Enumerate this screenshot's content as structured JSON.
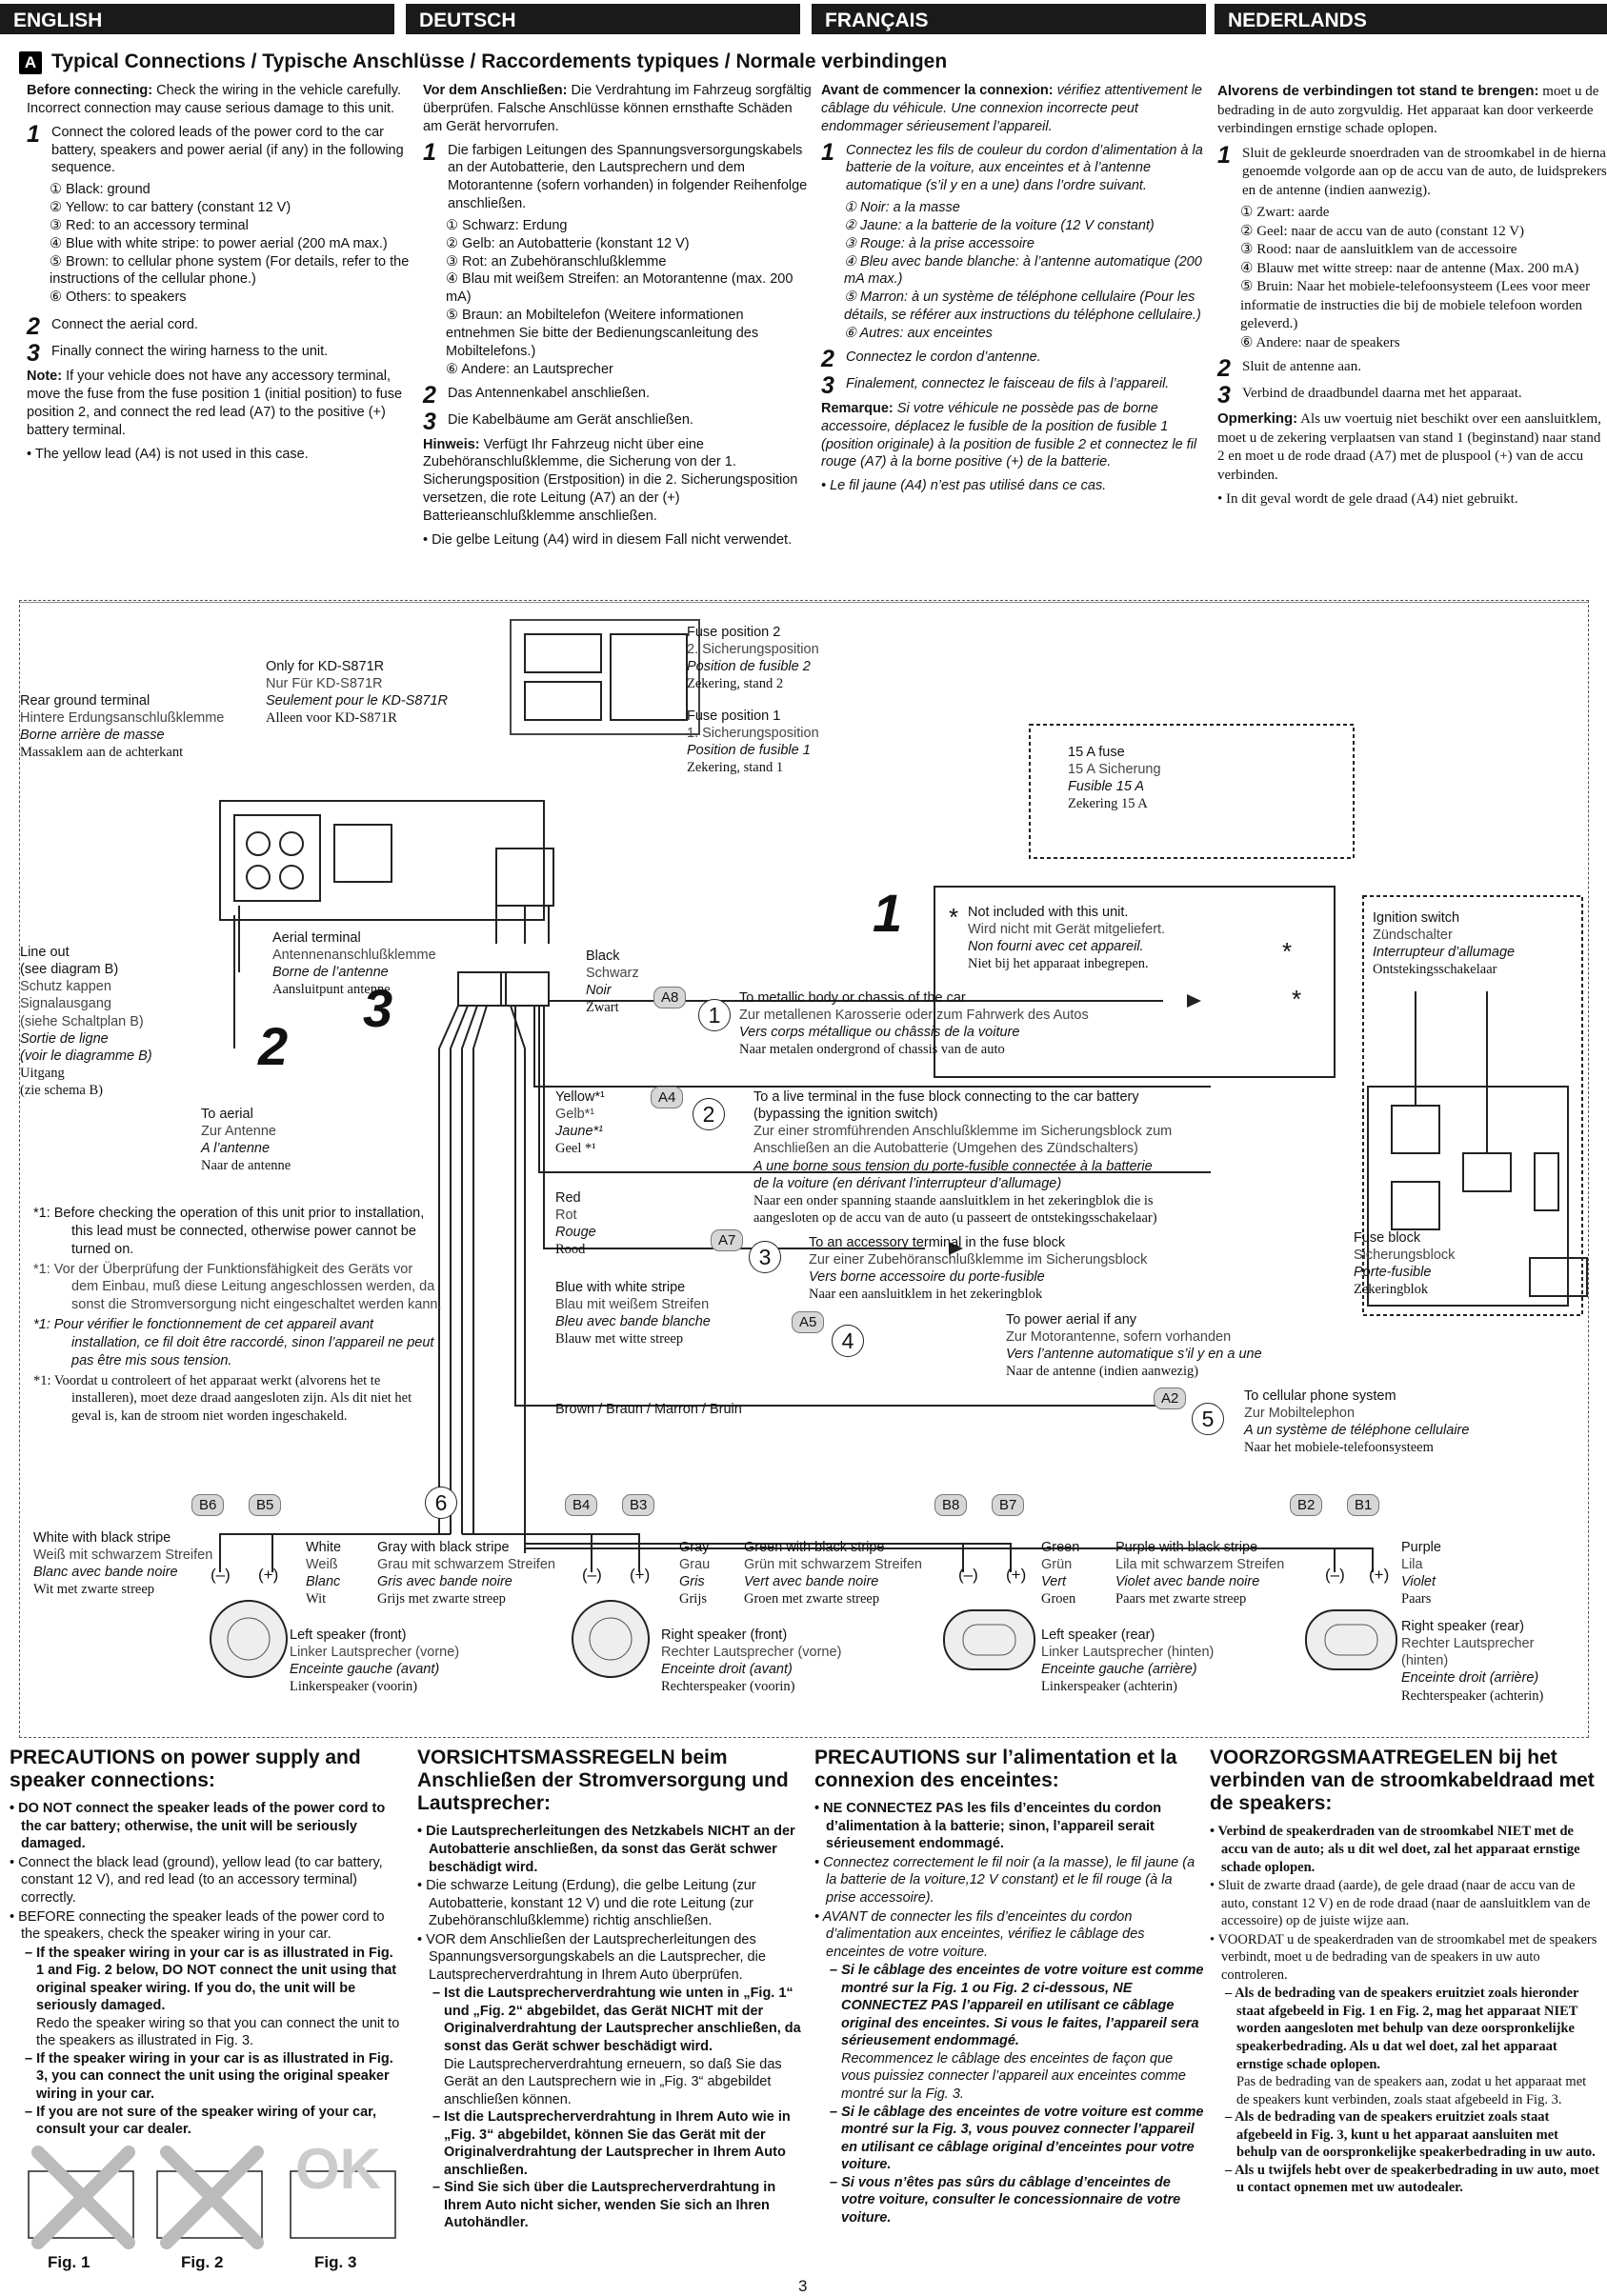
{
  "tabs": [
    "ENGLISH",
    "DEUTSCH",
    "FRANÇAIS",
    "NEDERLANDS"
  ],
  "section": {
    "badge": "A",
    "title": "Typical Connections / Typische Anschlüsse / Raccordements typiques / Normale verbindingen"
  },
  "en": {
    "intro_b": "Before connecting:",
    "intro": " Check the wiring in the vehicle carefully. Incorrect connection may cause serious damage to this unit.",
    "s1": "Connect the colored leads of the power cord to the car battery, speakers and power aerial (if any) in the following sequence.",
    "items": [
      "① Black: ground",
      "② Yellow: to car battery (constant 12 V)",
      "③ Red: to an accessory terminal",
      "④ Blue with white stripe: to power aerial (200 mA max.)",
      "⑤ Brown: to cellular phone system (For details, refer to the instructions of the cellular phone.)",
      "⑥ Others: to speakers"
    ],
    "s2": "Connect the aerial cord.",
    "s3": "Finally connect the wiring harness to the unit.",
    "note_b": "Note:",
    "note": " If your vehicle does not have any accessory terminal, move the fuse from the fuse position 1 (initial position) to fuse position 2, and connect the red lead (A7) to the positive (+) battery terminal.",
    "note2": "• The yellow lead (A4) is not used in this case."
  },
  "de": {
    "intro_b": "Vor dem Anschließen:",
    "intro": " Die Verdrahtung im Fahrzeug sorgfältig überprüfen. Falsche Anschlüsse können ernsthafte Schäden am Gerät hervorrufen.",
    "s1": "Die farbigen Leitungen des Spannungsversorgungskabels an der Autobatterie, den Lautsprechern und dem Motorantenne (sofern vorhanden) in folgender Reihenfolge anschließen.",
    "items": [
      "① Schwarz: Erdung",
      "② Gelb: an Autobatterie (konstant 12 V)",
      "③ Rot: an Zubehöranschlußklemme",
      "④ Blau mit weißem Streifen: an Motorantenne (max. 200 mA)",
      "⑤ Braun: an Mobiltelefon (Weitere informationen entnehmen Sie bitte der Bedienungscanleitung des Mobiltelefons.)",
      "⑥ Andere: an Lautsprecher"
    ],
    "s2": "Das Antennenkabel anschließen.",
    "s3": "Die Kabelbäume am Gerät anschließen.",
    "note_b": "Hinweis:",
    "note": " Verfügt Ihr Fahrzeug nicht über eine Zubehöranschlußklemme, die Sicherung von der 1. Sicherungsposition (Erstposition) in die 2. Sicherungsposition versetzen, die rote Leitung (A7) an der (+) Batterieanschlußklemme anschließen.",
    "note2": "• Die gelbe Leitung (A4) wird in diesem Fall nicht verwendet."
  },
  "fr": {
    "intro_b": "Avant de commencer la connexion:",
    "intro": " vérifiez attentivement le câblage du véhicule. Une connexion incorrecte peut endommager sérieusement l’appareil.",
    "s1": "Connectez les fils de couleur du cordon d’alimentation à la batterie de la voiture, aux enceintes et à l’antenne automatique (s’il y en a une) dans l’ordre suivant.",
    "items": [
      "① Noir: a la masse",
      "② Jaune: a la batterie de la voiture (12 V constant)",
      "③ Rouge: à la prise accessoire",
      "④ Bleu avec bande blanche: à l’antenne automatique (200 mA max.)",
      "⑤ Marron: à un système de téléphone cellulaire (Pour les détails, se référer aux instructions du téléphone cellulaire.)",
      "⑥ Autres: aux enceintes"
    ],
    "s2": "Connectez le cordon d’antenne.",
    "s3": "Finalement, connectez le faisceau de fils à l’appareil.",
    "note_b": "Remarque:",
    "note": " Si votre véhicule ne possède pas de borne accessoire, déplacez le fusible de la position de fusible 1 (position originale) à la position de fusible 2 et connectez le fil rouge (A7) à la borne positive (+) de la batterie.",
    "note2": "• Le fil jaune (A4) n’est pas utilisé dans ce cas."
  },
  "nl": {
    "intro_b": "Alvorens de verbindingen tot stand te brengen:",
    "intro": " moet u de bedrading in de auto zorgvuldig. Het apparaat kan door verkeerde verbindingen ernstige schade oplopen.",
    "s1": "Sluit de gekleurde snoerdraden van de stroomkabel in de hierna genoemde volgorde aan op de accu van de auto, de luidsprekers en de antenne (indien aanwezig).",
    "items": [
      "① Zwart: aarde",
      "② Geel: naar de accu van de auto (constant 12 V)",
      "③ Rood: naar de aansluitklem van de accessoire",
      "④ Blauw met witte streep: naar de antenne (Max. 200 mA)",
      "⑤ Bruin: Naar het mobiele-telefoonsysteem (Lees voor meer informatie de instructies die bij de mobiele telefoon worden geleverd.)",
      "⑥ Andere: naar de speakers"
    ],
    "s2": "Sluit de antenne aan.",
    "s3": "Verbind de draadbundel daarna met het apparaat.",
    "note_b": "Opmerking:",
    "note": " Als uw voertuig niet beschikt over een aansluitklem, moet u de zekering verplaatsen van stand 1 (beginstand) naar stand 2 en moet u de rode draad (A7) met de pluspool (+) van de accu verbinden.",
    "note2": "• In dit geval wordt de gele draad (A4) niet gebruikt."
  },
  "diagram": {
    "rear_ground": [
      "Rear ground terminal",
      "Hintere Erdungsanschlußklemme",
      "Borne arrière de masse",
      "Massaklem aan de achterkant"
    ],
    "only_for": [
      "Only for KD-S871R",
      "Nur Für KD-S871R",
      "Seulement pour le KD-S871R",
      "Alleen voor KD-S871R"
    ],
    "fuse2": [
      "Fuse position 2",
      "2. Sicherungsposition",
      "Position de fusible 2",
      "Zekering, stand 2"
    ],
    "fuse1": [
      "Fuse position 1",
      "1. Sicherungsposition",
      "Position de fusible 1",
      "Zekering, stand 1"
    ],
    "fuse15": [
      "15 A fuse",
      "15 A Sicherung",
      "Fusible 15 A",
      "Zekering 15 A"
    ],
    "line_out": [
      "Line out",
      "(see diagram B)",
      "Schutz kappen",
      "Signalausgang",
      "(siehe Schaltplan B)",
      "Sortie de ligne",
      "(voir le diagramme B)",
      "Uitgang",
      "(zie schema B)"
    ],
    "aerial_terminal": [
      "Aerial terminal",
      "Antennenanschlußklemme",
      "Borne de l’antenne",
      "Aansluitpunt antenne"
    ],
    "to_aerial": [
      "To aerial",
      "Zur Antenne",
      "A l’antenne",
      "Naar de antenne"
    ],
    "not_included": [
      "Not included with this unit.",
      "Wird nicht mit Gerät mitgeliefert.",
      "Non fourni avec cet appareil.",
      "Niet bij het apparaat inbegrepen."
    ],
    "ignition": [
      "Ignition switch",
      "Zündschalter",
      "Interrupteur d’allumage",
      "Ontstekingsschakelaar"
    ],
    "black": [
      "Black",
      "Schwarz",
      "Noir",
      "Zwart"
    ],
    "to_metal": [
      "To metallic body or chassis of the car",
      "Zur metallenen Karosserie oder zum Fahrwerk des Autos",
      "Vers corps métallique ou châssis de la voiture",
      "Naar metalen ondergrond of chassis van de auto"
    ],
    "yellow": [
      "Yellow*¹",
      "Gelb*¹",
      "Jaune*¹",
      "Geel *¹"
    ],
    "to_live": [
      "To a live terminal in the fuse block connecting to the car battery",
      "(bypassing the ignition switch)",
      "Zur einer stromführenden Anschlußklemme im Sicherungsblock zum",
      "Anschließen an die Autobatterie (Umgehen des Zündschalters)",
      "A une borne sous tension du porte-fusible connectée à la batterie",
      "de la voiture (en dérivant l’interrupteur d’allumage)",
      "Naar een onder spanning staande aansluitklem in het zekeringblok die is",
      "aangesloten op de accu van de auto (u passeert de ontstekingsschakelaar)"
    ],
    "red": [
      "Red",
      "Rot",
      "Rouge",
      "Rood"
    ],
    "to_accessory": [
      "To an accessory terminal in the fuse block",
      "Zur einer Zubehöranschlußklemme im Sicherungsblock",
      "Vers borne accessoire du porte-fusible",
      "Naar een aansluitklem in het zekeringblok"
    ],
    "fuse_block": [
      "Fuse block",
      "Sicherungsblock",
      "Porte-fusible",
      "Zekeringblok"
    ],
    "blue": [
      "Blue with white stripe",
      "Blau mit weißem Streifen",
      "Bleu avec bande blanche",
      "Blauw met witte streep"
    ],
    "to_power_aerial": [
      "To power aerial if any",
      "Zur Motorantenne, sofern vorhanden",
      "Vers l’antenne automatique s’il y en a une",
      "Naar de antenne (indien aanwezig)"
    ],
    "brown": "Brown / Braun / Marron / Bruin",
    "to_cell": [
      "To cellular phone system",
      "Zur Mobiltelephon",
      "A un système de téléphone cellulaire",
      "Naar het mobiele-telefoonsysteem"
    ],
    "tags": {
      "a8": "A8",
      "a4": "A4",
      "a7": "A7",
      "a5": "A5",
      "a2": "A2",
      "b6": "B6",
      "b5": "B5",
      "b4": "B4",
      "b3": "B3",
      "b8": "B8",
      "b7": "B7",
      "b2": "B2",
      "b1": "B1"
    },
    "nums": {
      "n1": "1",
      "n2": "2",
      "n3": "3",
      "n4": "4",
      "n5": "5",
      "n6": "6"
    },
    "big": {
      "b1": "1",
      "b2": "2",
      "b3": "3"
    },
    "star": "*",
    "footnotes": [
      "*1: Before checking the operation of this unit prior to installation, this lead must be connected, otherwise power cannot be turned on.",
      "*1: Vor der Überprüfung der Funktionsfähigkeit des Geräts vor dem Einbau, muß diese Leitung angeschlossen werden, da sonst die Stromversorgung nicht eingeschaltet werden kann.",
      "*1: Pour vérifier le fonctionnement de cet appareil avant installation, ce fil doit être raccordé, sinon l’appareil ne peut pas être mis sous tension.",
      "*1: Voordat u controleert of het apparaat werkt (alvorens het te installeren), moet deze draad aangesloten zijn. Als dit niet het geval is, kan de stroom niet worden ingeschakeld."
    ],
    "white": [
      "White with black stripe",
      "Weiß mit schwarzem Streifen",
      "Blanc avec bande noire",
      "Wit met zwarte streep"
    ],
    "white_s": [
      "White",
      "Weiß",
      "Blanc",
      "Wit"
    ],
    "gray_stripe": [
      "Gray with black stripe",
      "Grau mit schwarzem Streifen",
      "Gris avec bande noire",
      "Grijs met zwarte streep"
    ],
    "gray": [
      "Gray",
      "Grau",
      "Gris",
      "Grijs"
    ],
    "green_stripe": [
      "Green with black stripe",
      "Grün mit schwarzem Streifen",
      "Vert avec bande noire",
      "Groen met zwarte streep"
    ],
    "green": [
      "Green",
      "Grün",
      "Vert",
      "Groen"
    ],
    "purple_stripe": [
      "Purple with black stripe",
      "Lila mit schwarzem Streifen",
      "Violet avec bande noire",
      "Paars met zwarte streep"
    ],
    "purple": [
      "Purple",
      "Lila",
      "Violet",
      "Paars"
    ],
    "lf": [
      "Left speaker (front)",
      "Linker Lautsprecher (vorne)",
      "Enceinte gauche (avant)",
      "Linkerspeaker (voorin)"
    ],
    "rf": [
      "Right speaker (front)",
      "Rechter Lautsprecher (vorne)",
      "Enceinte droit (avant)",
      "Rechterspeaker (voorin)"
    ],
    "lr": [
      "Left speaker (rear)",
      "Linker Lautsprecher (hinten)",
      "Enceinte gauche (arrière)",
      "Linkerspeaker (achterin)"
    ],
    "rr": [
      "Right speaker (rear)",
      "Rechter Lautsprecher (hinten)",
      "Enceinte droit (arrière)",
      "Rechterspeaker (achterin)"
    ],
    "minus": "(–)",
    "plus": "(+)"
  },
  "pre_en": {
    "title": "PRECAUTIONS on power supply and speaker connections:",
    "items": [
      [
        "b",
        "• DO NOT connect the speaker leads of the power cord to the car battery; otherwise, the unit will be seriously damaged."
      ],
      [
        "n",
        "• Connect the black lead (ground), yellow lead (to car battery, constant 12 V), and red lead (to an accessory terminal) correctly."
      ],
      [
        "n",
        "• BEFORE connecting the speaker leads of the power cord to the speakers, check the speaker wiring in your car."
      ],
      [
        "d",
        "– If the speaker wiring in your car is as illustrated in Fig. 1 and Fig. 2 below, DO NOT connect the unit using that original speaker wiring. If you do, the unit will be seriously damaged."
      ],
      [
        "p",
        "Redo the speaker wiring so that you can connect the unit to the speakers as illustrated in Fig. 3."
      ],
      [
        "d",
        "– If the speaker wiring in your car is as illustrated in Fig. 3, you can connect the unit using the original speaker wiring in your car."
      ],
      [
        "d",
        "– If you are not sure of the speaker wiring of your car, consult your car dealer."
      ]
    ]
  },
  "pre_de": {
    "title": "VORSICHTSMASSREGELN beim Anschließen der Stromversorgung und Lautsprecher:",
    "items": [
      [
        "b",
        "• Die Lautsprecherleitungen des Netzkabels NICHT an der Autobatterie anschließen, da sonst das Gerät schwer beschädigt wird."
      ],
      [
        "n",
        "• Die schwarze Leitung (Erdung), die gelbe Leitung (zur Autobatterie, konstant 12 V) und die rote Leitung (zur Zubehöranschlußklemme) richtig anschließen."
      ],
      [
        "n",
        "• VOR dem Anschließen der Lautsprecherleitungen des Spannungsversorgungskabels an die Lautsprecher, die Lautsprecherverdrahtung in Ihrem Auto überprüfen."
      ],
      [
        "d",
        "– Ist die Lautsprecherverdrahtung wie unten in „Fig. 1“ und „Fig. 2“ abgebildet, das Gerät NICHT mit der Originalverdrahtung der Lautsprecher anschließen, da sonst das Gerät schwer beschädigt wird."
      ],
      [
        "p",
        "Die Lautsprecherverdrahtung erneuern, so daß Sie das Gerät an den Lautsprechern wie in „Fig. 3“ abgebildet anschließen können."
      ],
      [
        "d",
        "– Ist die Lautsprecherverdrahtung in Ihrem Auto wie in „Fig. 3“ abgebildet, können Sie das Gerät mit der Originalverdrahtung der Lautsprecher in Ihrem Auto anschließen."
      ],
      [
        "d",
        "– Sind Sie sich über die Lautsprecherverdrahtung in Ihrem Auto nicht sicher, wenden Sie sich an Ihren Autohändler."
      ]
    ]
  },
  "pre_fr": {
    "title": "PRECAUTIONS sur l’alimentation et la connexion des enceintes:",
    "items": [
      [
        "b",
        "• NE CONNECTEZ PAS les fils d’enceintes du cordon d’alimentation à la batterie; sinon, l’appareil serait sérieusement endommagé."
      ],
      [
        "i",
        "• Connectez correctement le fil noir (a la masse), le fil jaune (a la batterie de la voiture,12 V constant) et le fil rouge (à la prise accessoire)."
      ],
      [
        "i",
        "• AVANT de connecter les fils d’enceintes du cordon d’alimentation aux enceintes, vérifiez le câblage des enceintes de votre voiture."
      ],
      [
        "d",
        "– Si le câblage des enceintes de votre voiture est comme montré sur la Fig. 1 ou Fig. 2 ci-dessous, NE CONNECTEZ PAS l’appareil en utilisant ce câblage original des enceintes. Si vous le faites, l’appareil sera sérieusement endommagé."
      ],
      [
        "p",
        "Recommencez le câblage des enceintes de façon que vous puissiez connecter l’appareil aux enceintes comme montré sur la Fig. 3."
      ],
      [
        "d",
        "– Si le câblage des enceintes de votre voiture est comme montré sur la Fig. 3, vous pouvez connecter l’appareil en utilisant ce câblage original d’enceintes pour votre voiture."
      ],
      [
        "d",
        "– Si vous n’êtes pas sûrs du câblage d’enceintes de votre voiture, consulter le concessionnaire de votre voiture."
      ]
    ]
  },
  "pre_nl": {
    "title": "VOORZORGSMAATREGELEN bij het verbinden van de stroomkabeldraad met de speakers:",
    "items": [
      [
        "b",
        "• Verbind de speakerdraden van de stroomkabel NIET met de accu van de auto; als u dit wel doet, zal het apparaat ernstige schade oplopen."
      ],
      [
        "n",
        "• Sluit de zwarte draad (aarde), de gele draad (naar de accu van de auto, constant 12 V) en de rode draad (naar de aansluitklem van de accessoire) op de juiste wijze aan."
      ],
      [
        "n",
        "• VOORDAT u de speakerdraden van de stroomkabel met de speakers verbindt, moet u de bedrading van de speakers in uw auto controleren."
      ],
      [
        "d",
        "– Als de bedrading van de speakers eruitziet zoals hieronder staat afgebeeld in Fig. 1 en Fig. 2, mag het apparaat NIET worden aangesloten met behulp van deze oorspronkelijke speakerbedrading. Als u dat wel doet, zal het apparaat ernstige schade oplopen."
      ],
      [
        "p",
        "Pas de bedrading van de speakers aan, zodat u het apparaat met de speakers kunt verbinden, zoals staat afgebeeld in Fig. 3."
      ],
      [
        "d",
        "– Als de bedrading van de speakers eruitziet zoals staat afgebeeld in Fig. 3, kunt u het apparaat aansluiten met behulp van de oorspronkelijke speakerbedrading in uw auto."
      ],
      [
        "d",
        "– Als u twijfels hebt over de speakerbedrading in uw auto, moet u contact opnemen met uw autodealer."
      ]
    ]
  },
  "figs": {
    "f1": "Fig. 1",
    "f2": "Fig. 2",
    "f3": "Fig. 3",
    "ok": "OK"
  },
  "page_number": "3"
}
